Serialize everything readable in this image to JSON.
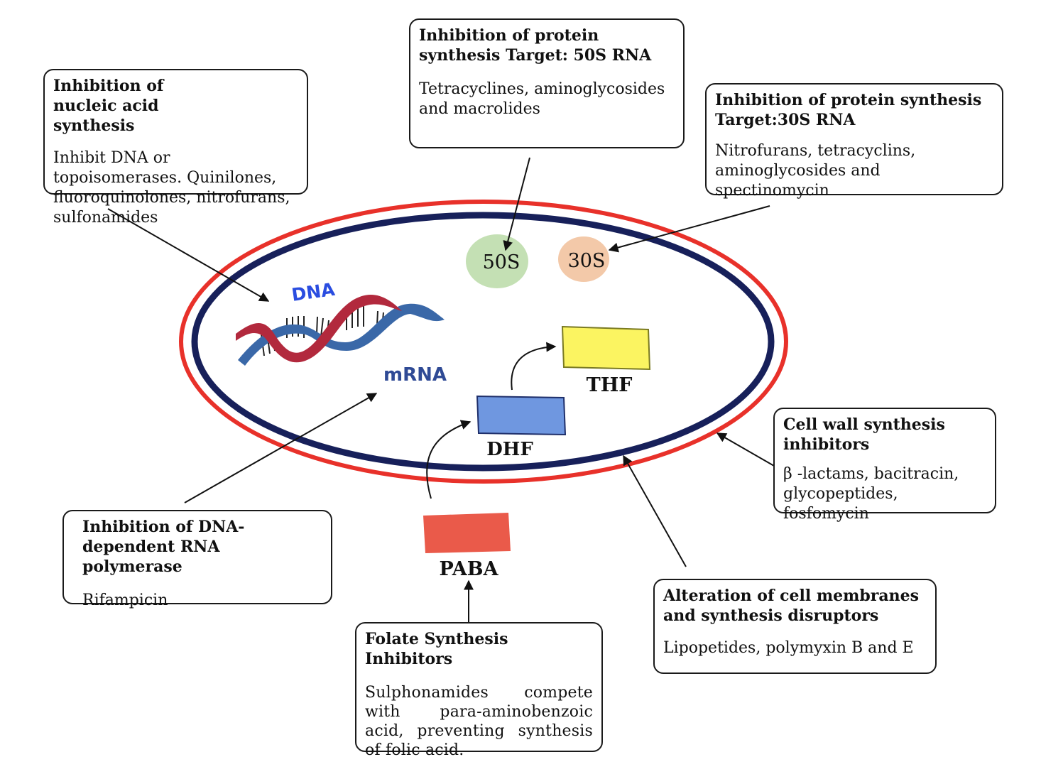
{
  "boxes": {
    "nucleic": {
      "title": "Inhibition of nucleic acid synthesis",
      "body": "Inhibit DNA or topoisomerases. Quinilones, fluoroquinolones, nitrofurans, sulfonamides"
    },
    "protein50s": {
      "title": "Inhibition of protein synthesis Target: 50S RNA",
      "body": "Tetracyclines, aminoglycosides and macrolides"
    },
    "protein30s": {
      "title": "Inhibition of protein synthesis Target:30S RNA",
      "body": "Nitrofurans, tetracyclins, aminoglycosides and spectinomycin"
    },
    "cellwall": {
      "title": "Cell wall synthesis inhibitors",
      "body": "β -lactams, bacitracin, glycopeptides, fosfomycin"
    },
    "membrane": {
      "title": "Alteration of cell membranes and synthesis disruptors",
      "body": "Lipopetides, polymyxin B and E"
    },
    "folate": {
      "title": "Folate Synthesis Inhibitors",
      "body": "Sulphonamides compete with para-aminobenzoic acid, preventing synthesis of folic acid."
    },
    "rnapol": {
      "title": "Inhibition of DNA-dependent RNA polymerase",
      "body": "Rifampicin"
    }
  },
  "cell": {
    "dna_label": "DNA",
    "mrna_label": "mRNA",
    "ribosome_50s": "50S",
    "ribosome_30s": "30S",
    "paba_label": "PABA",
    "dhf_label": "DHF",
    "thf_label": "THF"
  },
  "colors": {
    "outer_membrane": "#e8312a",
    "inner_membrane": "#17205a",
    "ribosome_50s": "#c4e0b4",
    "ribosome_30s": "#f3c9a9",
    "paba": "#ea5a4a",
    "dhf": "#6f97e0",
    "thf": "#fbf461",
    "dna_label": "#2a4de0",
    "mrna_label": "#2f4a95",
    "dna_strand_red": "#b2293d",
    "dna_strand_blue": "#3a68a8"
  }
}
